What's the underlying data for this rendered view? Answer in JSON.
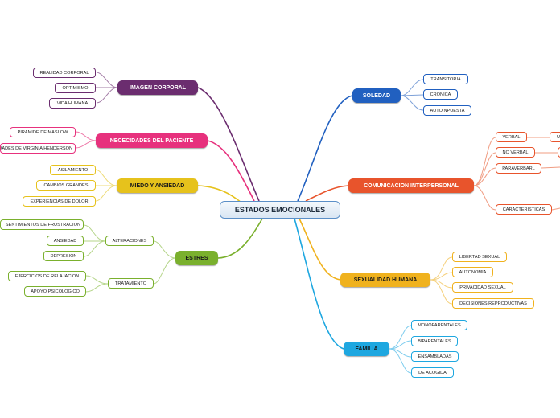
{
  "root": {
    "label": "ESTADOS EMOCIONALES"
  },
  "branches": {
    "imagen": {
      "label": "IMAGEN CORPORAL",
      "color": "#6b2d6f",
      "items": [
        "REALIDAD CORPORAL",
        "OPTIMISMO",
        "VIDA HUMANA"
      ]
    },
    "necesidades": {
      "label": "NECECIDADES DEL PACIENTE",
      "color": "#e7317d",
      "items": [
        "PIRAMIDE DE MASLOW",
        "NECESIDADES DE VIRGINIA HENDERSON"
      ]
    },
    "miedo": {
      "label": "MIEDO Y ANSIEDAD",
      "color": "#e6c21c",
      "items": [
        "ASILAMIENTO",
        "CAMBIOS GRANDES",
        "EXPERIENCIAS DE DOLOR"
      ]
    },
    "estres": {
      "label": "ESTRES",
      "color": "#7ab02d",
      "alteraciones": {
        "label": "ALTERACIONES",
        "items": [
          "SENTIMIENTOS DE FRUSTRACION",
          "ANSIEDAD",
          "DEPRESIÓN"
        ]
      },
      "tratamiento": {
        "label": "TRATAMIENTO",
        "items": [
          "EJERCICIOS DE RELAJACION",
          "APOYO PSICOLÓGICO"
        ]
      }
    },
    "soledad": {
      "label": "SOLEDAD",
      "color": "#2160c0",
      "items": [
        "TRANSITORIA",
        "CRONICA",
        "AUTOINPUESTA"
      ]
    },
    "comunicacion": {
      "label": "COMUNICACION INTERPERSONAL",
      "color": "#e8542c",
      "items": [
        "VERBAL",
        "NO VERBAL",
        "PARAVERBARL",
        "CARACTERISTICAS"
      ],
      "sub": [
        "U",
        ""
      ]
    },
    "sexualidad": {
      "label": "SEXUALIDAD HUMANA",
      "color": "#f0b21e",
      "items": [
        "LIBERTAD SEXUAL",
        "AUTONOMIA",
        "PRIVACIDAD SEXUAL",
        "DECISIONES REPRODUCTIVAS"
      ]
    },
    "familia": {
      "label": "FAMILIA",
      "color": "#1ea7e0",
      "items": [
        "MONOPARENTALES",
        "BIPARENTALES",
        "ENSAMBLADAS",
        "DE ACOGIDA"
      ]
    }
  }
}
